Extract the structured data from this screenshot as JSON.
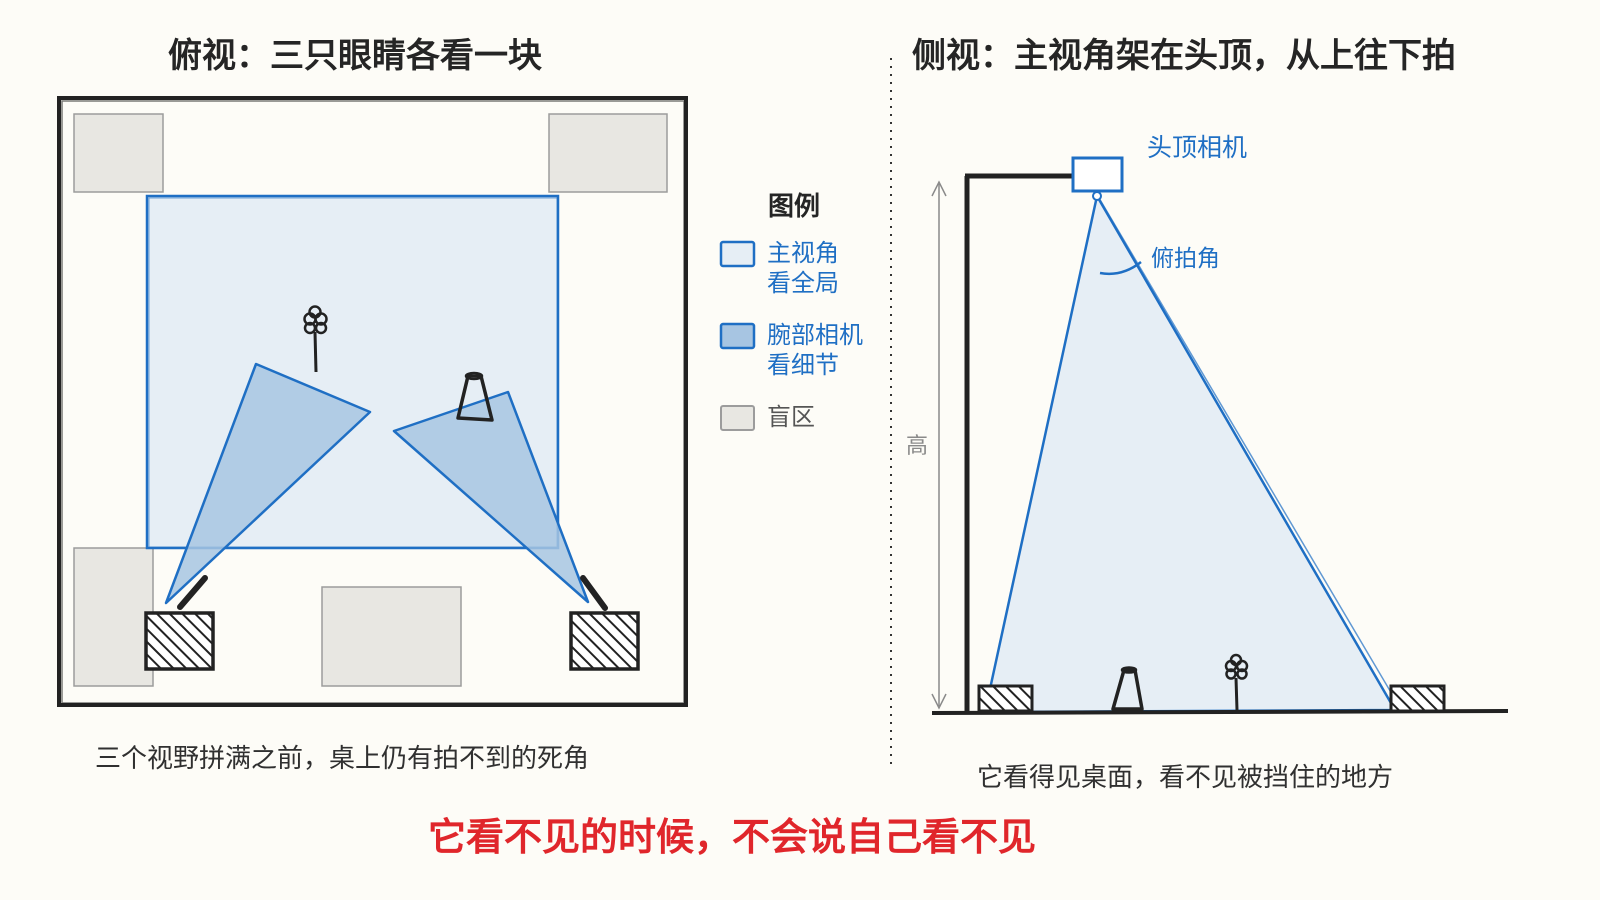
{
  "top_view": {
    "title": "俯视：三只眼睛各看一块",
    "caption": "三个视野拼满之前，桌上仍有拍不到的死角"
  },
  "legend": {
    "title": "图例",
    "items": [
      {
        "line1": "主视角",
        "line2": "看全局"
      },
      {
        "line1": "腕部相机",
        "line2": "看细节"
      },
      {
        "line1": "盲区",
        "line2": ""
      }
    ]
  },
  "side_view": {
    "title": "侧视：主视角架在头顶，从上往下拍",
    "camera_label": "头顶相机",
    "angle_label": "俯拍角",
    "height_label": "高",
    "caption": "它看得见桌面，看不见被挡住的地方"
  },
  "bottom_message": "它看不见的时候，不会说自己看不见",
  "colors": {
    "main_view_fill": "#e6eef5",
    "main_view_stroke": "#1f6fc4",
    "wrist_view_fill": "#a7c5e2",
    "blind_zone_fill": "#e8e7e2",
    "warning_text": "#e0262b"
  }
}
